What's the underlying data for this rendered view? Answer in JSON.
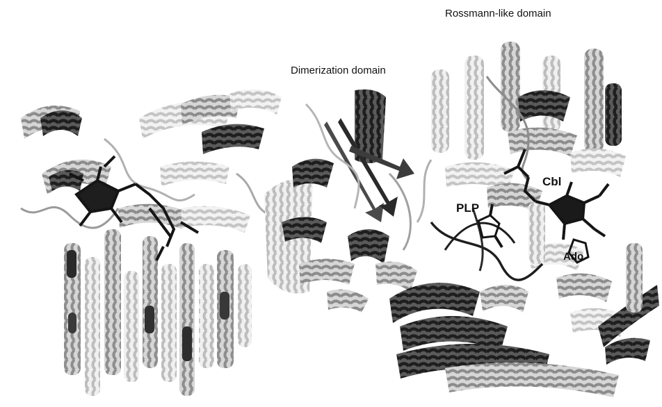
{
  "figure": {
    "labels": {
      "rossmann_domain": "Rossmann-like domain",
      "dimerization_domain": "Dimerization domain",
      "plp": "PLP",
      "cbl": "Cbl",
      "ado": "Ado"
    },
    "colors": {
      "background": "#ffffff",
      "ribbon_light": "#d8d8d8",
      "ribbon_mid": "#9a9a9a",
      "ribbon_dark": "#262626",
      "ligand": "#151515",
      "label_text": "#111111"
    }
  }
}
